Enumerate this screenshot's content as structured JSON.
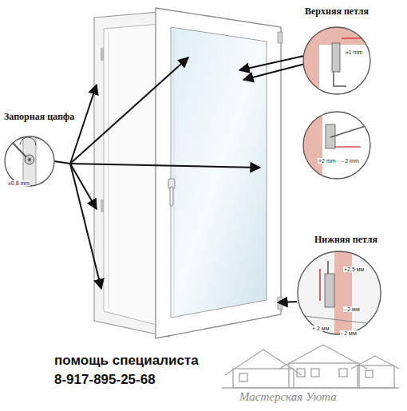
{
  "diagram": {
    "nodes": [
      {
        "text": [
          "Запорная цапфа",
          "±0,8 mm"
        ]
      },
      {
        "text": [
          "Верхняя петля",
          "±1 mm"
        ]
      },
      {
        "text": [
          "+2 mm",
          "- 2 mm"
        ]
      },
      {
        "text": [
          "Нижняя петля",
          "+2,5 мм",
          "- 2 мм",
          "+ 2 мм",
          "- 2 мм"
        ]
      }
    ],
    "labels": [
      "помощь специалиста",
      "8-917-895-25-68",
      "Мастерская Уюта"
    ]
  }
}
